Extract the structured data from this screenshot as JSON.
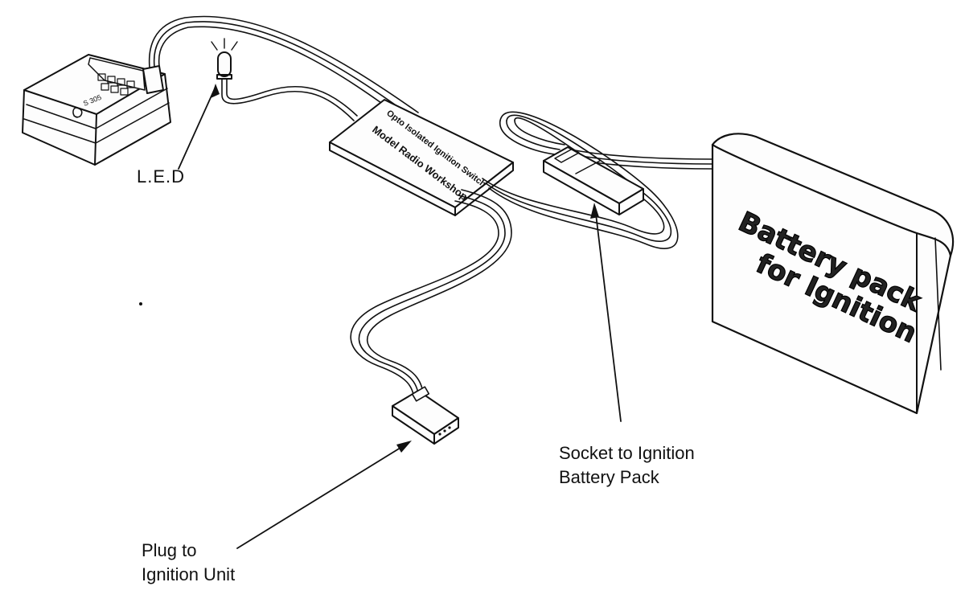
{
  "labels": {
    "led": "L.E.D",
    "socket_line1": "Socket to Ignition",
    "socket_line2": "Battery Pack",
    "plug_line1": "Plug to",
    "plug_line2": "Ignition Unit"
  },
  "board": {
    "line1": "Model Radio Workshop",
    "line2": "Opto Isolated Ignition Switch"
  },
  "battery": {
    "line1": "Battery pack",
    "line2": "for Ignition"
  },
  "receiver": {
    "mark": "S 305"
  }
}
